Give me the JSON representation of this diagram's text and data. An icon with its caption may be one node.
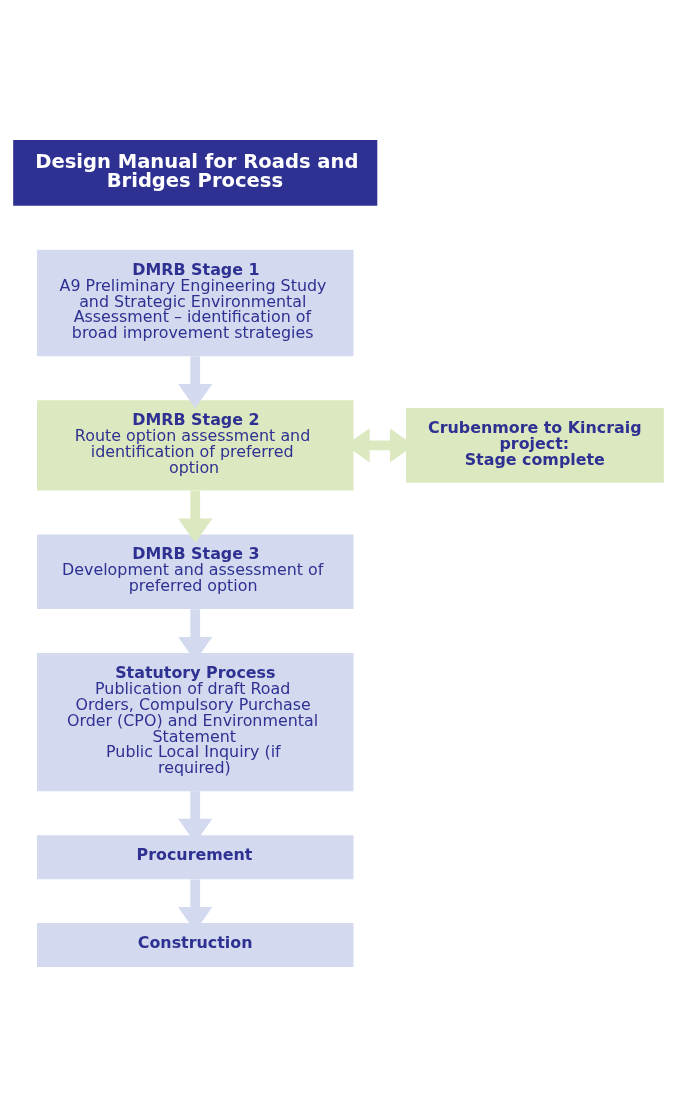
{
  "diagram": {
    "nodes": [
      {
        "text": [
          "Design Manual for Roads and Bridges Process"
        ]
      },
      {
        "text": [
          "DMRB Stage 1",
          "A9 Preliminary Engineering Study and Strategic Environmental Assessment – identification of broad improvement strategies"
        ]
      },
      {
        "text": [
          "DMRB Stage 2",
          "Route option assessment and identification of preferred option"
        ]
      },
      {
        "text": [
          "Crubenmore to Kincraig project:",
          "Stage complete"
        ]
      },
      {
        "text": [
          "DMRB Stage 3",
          "Development and assessment of preferred option"
        ]
      },
      {
        "text": [
          "Statutory Process",
          "Publication of draft Road Orders, Compulsory Purchase Order (CPO) and Environmental Statement",
          "Public Local Inquiry (if required)"
        ]
      },
      {
        "text": [
          "Procurement"
        ]
      },
      {
        "text": [
          "Construction"
        ]
      }
    ],
    "edges": [
      {
        "from": 1,
        "to": 2,
        "arrow": "to"
      },
      {
        "from": 2,
        "to": 3,
        "arrow": "both",
        "color": "#dce8bf"
      },
      {
        "from": 2,
        "to": 4,
        "arrow": "to",
        "color": "#dce8bf"
      },
      {
        "from": 4,
        "to": 5,
        "arrow": "to"
      },
      {
        "from": 5,
        "to": 6,
        "arrow": "to"
      },
      {
        "from": 6,
        "to": 7,
        "arrow": "to"
      }
    ]
  }
}
